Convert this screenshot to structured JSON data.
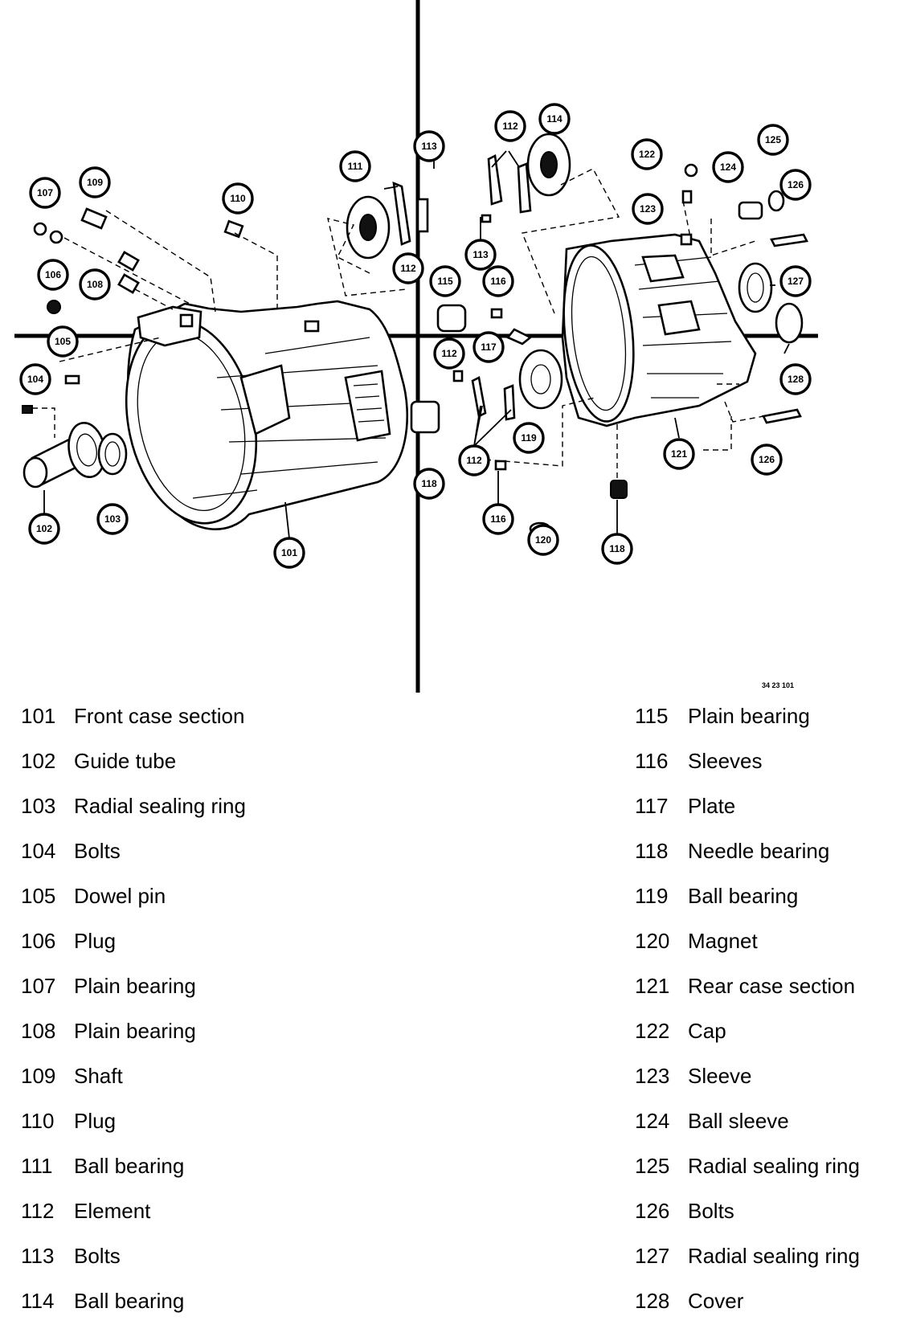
{
  "diagram": {
    "ref_code": "34 23 101",
    "callouts": [
      "101",
      "102",
      "103",
      "104",
      "105",
      "106",
      "107",
      "108",
      "109",
      "110",
      "111",
      "112",
      "113",
      "114",
      "115",
      "116",
      "117",
      "118",
      "119",
      "120",
      "121",
      "122",
      "123",
      "124",
      "125",
      "126",
      "127",
      "128"
    ]
  },
  "legend": {
    "left": [
      {
        "num": "101",
        "label": "Front case section"
      },
      {
        "num": "102",
        "label": "Guide tube"
      },
      {
        "num": "103",
        "label": "Radial sealing ring"
      },
      {
        "num": "104",
        "label": "Bolts"
      },
      {
        "num": "105",
        "label": "Dowel pin"
      },
      {
        "num": "106",
        "label": "Plug"
      },
      {
        "num": "107",
        "label": "Plain bearing"
      },
      {
        "num": "108",
        "label": "Plain bearing"
      },
      {
        "num": "109",
        "label": "Shaft"
      },
      {
        "num": "110",
        "label": "Plug"
      },
      {
        "num": "111",
        "label": "Ball bearing"
      },
      {
        "num": "112",
        "label": "Element"
      },
      {
        "num": "113",
        "label": "Bolts"
      },
      {
        "num": "114",
        "label": "Ball bearing"
      }
    ],
    "right": [
      {
        "num": "115",
        "label": "Plain bearing"
      },
      {
        "num": "116",
        "label": "Sleeves"
      },
      {
        "num": "117",
        "label": "Plate"
      },
      {
        "num": "118",
        "label": "Needle bearing"
      },
      {
        "num": "119",
        "label": "Ball bearing"
      },
      {
        "num": "120",
        "label": "Magnet"
      },
      {
        "num": "121",
        "label": "Rear case section"
      },
      {
        "num": "122",
        "label": "Cap"
      },
      {
        "num": "123",
        "label": "Sleeve"
      },
      {
        "num": "124",
        "label": "Ball sleeve"
      },
      {
        "num": "125",
        "label": "Radial sealing ring"
      },
      {
        "num": "126",
        "label": "Bolts"
      },
      {
        "num": "127",
        "label": "Radial sealing ring"
      },
      {
        "num": "128",
        "label": "Cover"
      }
    ]
  }
}
